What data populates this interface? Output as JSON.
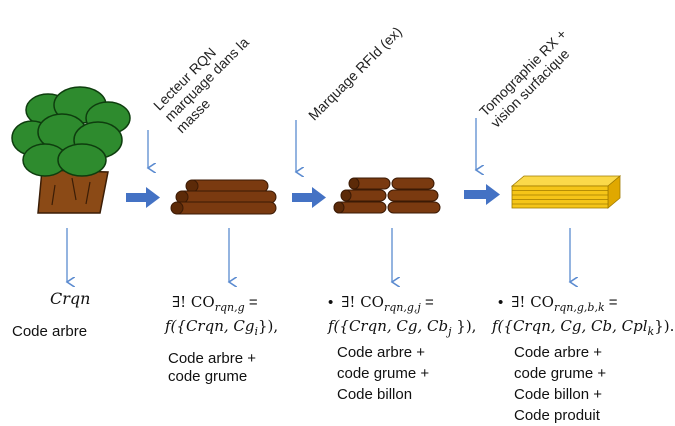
{
  "stages": [
    {
      "id": "tree",
      "instrument": "",
      "variable": "Crqn",
      "description": [
        "Code arbre"
      ]
    },
    {
      "id": "grume",
      "instrument": [
        "Lecteur RQN",
        "marquage dans la",
        "masse"
      ],
      "formula_line1": "∃! CO",
      "formula_sub1": "rqn,g",
      "formula_eq": " =",
      "formula_line2": "f({Crqn, Cg",
      "formula_sub2": "i",
      "formula_end": "}),",
      "description": [
        "Code arbre +",
        "code grume"
      ]
    },
    {
      "id": "billon",
      "instrument": [
        "Marquage RFId (ex)"
      ],
      "bullet": "•",
      "formula_line1": "∃! CO",
      "formula_sub1": "rqn,g,j",
      "formula_eq": " =",
      "formula_line2": "f({Crqn, Cg, Cb",
      "formula_sub2": "j",
      "formula_end": " }),",
      "description": [
        "Code arbre +",
        "code grume +",
        "Code billon"
      ]
    },
    {
      "id": "produit",
      "instrument": [
        "Tomographie RX +",
        "vision surfacique"
      ],
      "bullet": "•",
      "formula_line1": "∃! CO",
      "formula_sub1": "rqn,g,b,k",
      "formula_eq": " =",
      "formula_line2": "f({Crqn, Cg, Cb, Cpl",
      "formula_sub2": "k",
      "formula_end": "}).",
      "description": [
        "Code arbre +",
        "code grume +",
        "Code billon +",
        "Code produit"
      ]
    }
  ],
  "colors": {
    "arrow_big": "#4472c4",
    "arrow_thin": "#5b8bd0",
    "foliage": "#2e8b2e",
    "trunk": "#8b4a16",
    "log": "#7a3a10",
    "plank": "#f5c518"
  },
  "icons": [
    "tree-icon",
    "logs-pile-icon",
    "short-logs-pile-icon",
    "planks-stack-icon"
  ]
}
